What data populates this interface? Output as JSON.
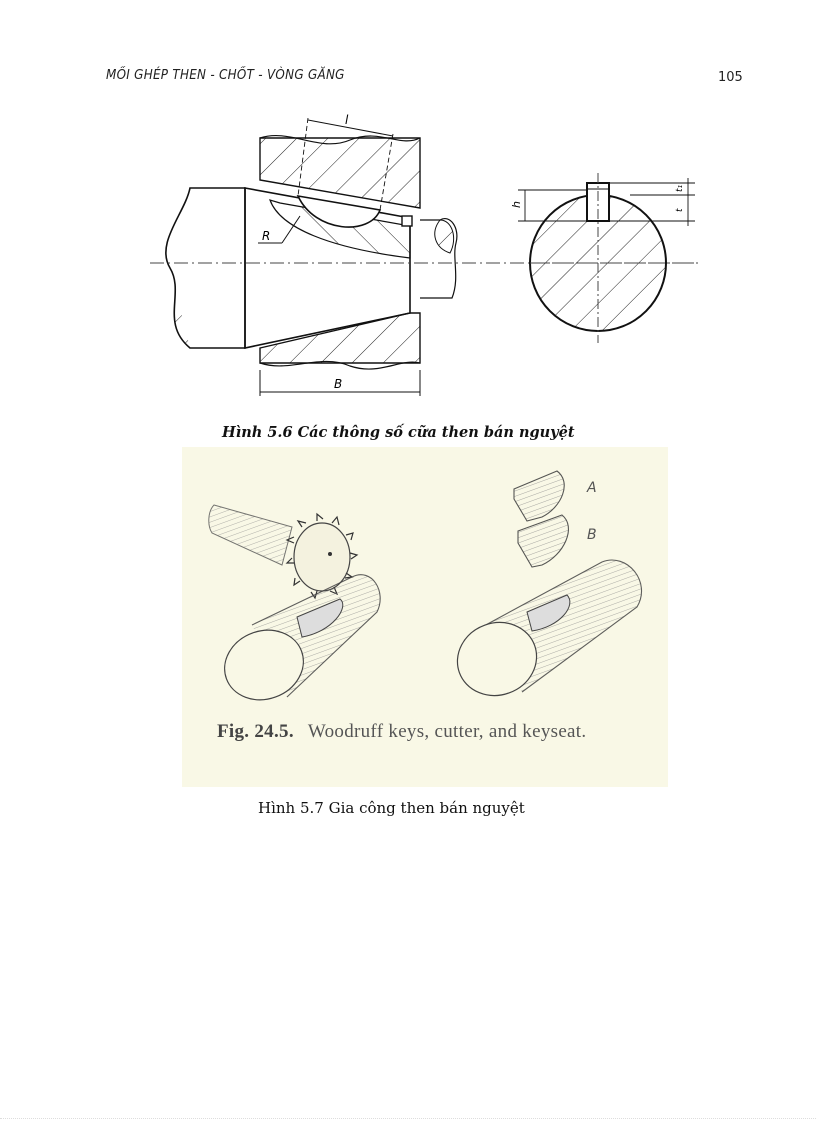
{
  "header": {
    "running_title": "MỐI GHÉP THEN - CHỐT - VÒNG GĂNG",
    "page_number": "105"
  },
  "figure_5_6": {
    "caption": "Hình 5.6 Các thông số cữa then bán nguyệt",
    "labels": {
      "length": "l",
      "radius": "R",
      "hub_width": "B",
      "height": "h",
      "hub_depth": "t₁",
      "shaft_depth": "t"
    }
  },
  "figure_5_7": {
    "photo_caption_label": "Fig. 24.5.",
    "photo_caption_text": "Woodruff keys, cutter, and keyseat.",
    "labels": {
      "key_a": "A",
      "key_b": "B"
    },
    "caption": "Hình 5.7 Gia công then bán nguyệt"
  },
  "colors": {
    "page_background": "#ffffff",
    "photo_background": "#f9f8e6",
    "ink": "#111111"
  }
}
